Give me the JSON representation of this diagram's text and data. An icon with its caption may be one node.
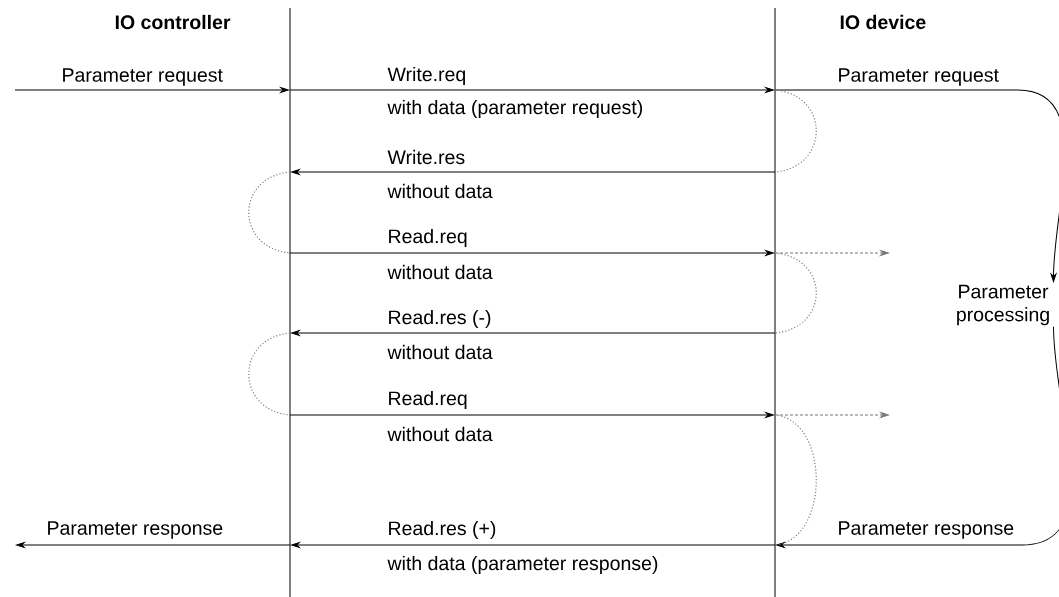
{
  "diagram": {
    "nodes": [
      {
        "text": [
          "IO controller"
        ]
      },
      {
        "text": [
          "IO device"
        ]
      },
      {
        "text": [
          "Parameter processing"
        ]
      }
    ],
    "edges": [
      {
        "from": null,
        "to": 0,
        "arrow": "to",
        "label": "Parameter request"
      },
      {
        "from": 0,
        "to": 1,
        "arrow": "to",
        "label": "Write.req"
      },
      {
        "from": 1,
        "to": 2,
        "arrow": "to",
        "label": "Parameter request"
      },
      {
        "from": 1,
        "to": 0,
        "arrow": "to",
        "label": "Write.res"
      },
      {
        "from": 0,
        "to": 1,
        "arrow": "to",
        "label": "Read.req"
      },
      {
        "from": 1,
        "to": null,
        "arrow": "to",
        "style": "dashed",
        "color": "#777777"
      },
      {
        "from": 1,
        "to": 0,
        "arrow": "to",
        "label": "Read.res (-)"
      },
      {
        "from": 0,
        "to": 1,
        "arrow": "to",
        "label": "Read.req"
      },
      {
        "from": 1,
        "to": null,
        "arrow": "to",
        "style": "dashed",
        "color": "#777777"
      },
      {
        "from": 2,
        "to": 1,
        "arrow": "to",
        "label": "Parameter response"
      },
      {
        "from": 1,
        "to": 0,
        "arrow": "to",
        "label": "Read.res (+)"
      },
      {
        "from": 0,
        "to": null,
        "arrow": "to",
        "label": "Parameter response"
      }
    ],
    "labels": [
      "with data (parameter request)",
      "without data",
      "without data",
      "without data",
      "without data",
      "with data (parameter response)"
    ]
  }
}
